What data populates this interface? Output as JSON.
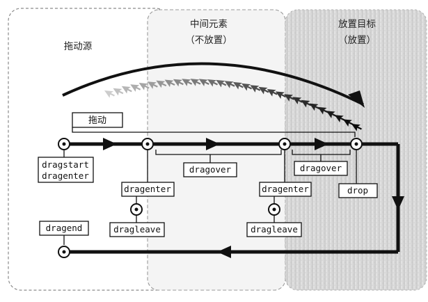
{
  "zones": {
    "source": {
      "title": "拖动源"
    },
    "intermediate": {
      "title": "中间元素",
      "subtitle": "（不放置）"
    },
    "target": {
      "title": "放置目标",
      "subtitle": "（放置）"
    }
  },
  "drag_label": "拖动",
  "events": {
    "dragstart": "dragstart",
    "dragenter": "dragenter",
    "dragover": "dragover",
    "dragleave": "dragleave",
    "drop": "drop",
    "dragend": "dragend"
  }
}
